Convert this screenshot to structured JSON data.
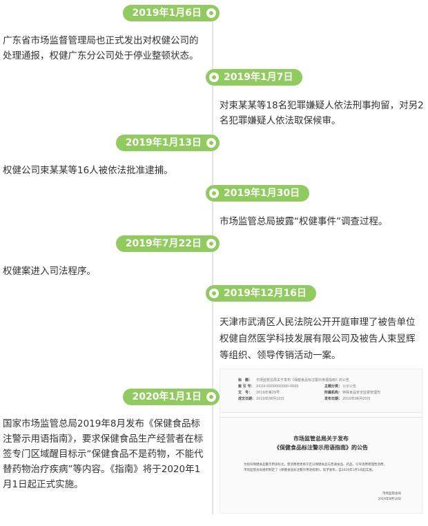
{
  "events": [
    {
      "date": "2019年1月6日",
      "text": "广东省市场监督管理局也正式发出对权健公司的处理通报，权健广东分公司处于停业整顿状态。"
    },
    {
      "date": "2019年1月7日",
      "text": "对束某某等18名犯罪嫌疑人依法刑事拘留，对另2名犯罪嫌疑人依法取保候审。"
    },
    {
      "date": "2019年1月13日",
      "text": "权健公司束某某等16人被依法批准逮捕。"
    },
    {
      "date": "2019年1月30日",
      "text": "市场监管总局披露“权健事件”调查过程。"
    },
    {
      "date": "2019年7月22日",
      "text": "权健案进入司法程序。"
    },
    {
      "date": "2019年12月16日",
      "text": "天津市武清区人民法院公开开庭审理了被告单位权健自然医学科技发展有限公司及被告人束昱辉等组织、领导传销活动一案。"
    },
    {
      "date": "2020年1月1日",
      "text": "国家市场监管总局2019年8月发布《保健食品标注警示用语指南》，要求保健食品生产经营者在标签专门区域醒目标示“保健食品不是药物，不能代替药物治疗疾病”等内容。《指南》将于2020年1月1日起正式实施。"
    }
  ],
  "document": {
    "meta": [
      {
        "k1": "标　题：",
        "v1": "市场监管总局关于发布《保健食品标注警示用语指南》的公告",
        "k2": "",
        "v2": ""
      },
      {
        "k1": "索 引 号：",
        "v1": "XXXX-0000000000-0000",
        "k2": "主题分类：",
        "v2": "公示公告"
      },
      {
        "k1": "文　号：",
        "v1": "2019年第29号",
        "k2": "所属机构：",
        "v2": "特殊食品安全监督管理司"
      },
      {
        "k1": "成文日期：",
        "v1": "2019年08月10日",
        "k2": "发布日期：",
        "v2": "2019年08月20日"
      }
    ],
    "title_line1": "市场监管总局关于发布",
    "title_line2": "《保健食品标注警示用语指南》的公告",
    "body_line1": "为指导保健食品警示用语标注，使消费者更易于区分保健食品与普通食品、药品，引导消费者理性消费，",
    "body_line2": "市场监管总局组织制定了《保健食品标注警示用语指南》，现予发布，自2020年1月1日起实施。",
    "signer": "市场监管总局",
    "sign_date": "2019年8月10日"
  },
  "colors": {
    "accent": "#8fcc5d",
    "line": "#e2e2e2",
    "text": "#333333"
  }
}
